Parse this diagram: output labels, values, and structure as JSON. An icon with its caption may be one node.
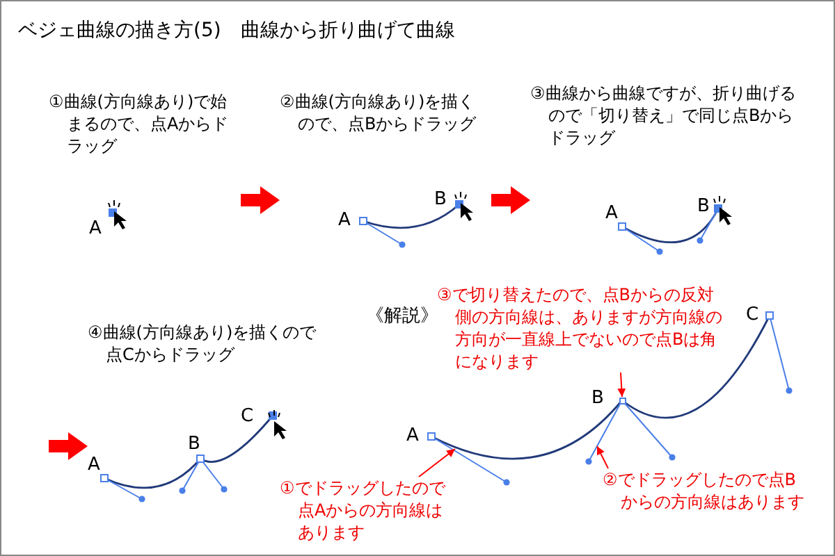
{
  "diagram": {
    "title": "ベジェ曲線の描き方(5)　曲線から折り曲げて曲線",
    "nodes": [
      {
        "text": [
          "①曲線(方向線あり)で始まるので、点Aからドラッグ"
        ]
      },
      {
        "text": [
          "②曲線(方向線あり)を描くので、点Bからドラッグ"
        ]
      },
      {
        "text": [
          "③曲線から曲線ですが、折り曲げるので「切り替え」で同じ点Bからドラッグ"
        ]
      },
      {
        "text": [
          "④曲線(方向線あり)を描くので点Cからドラッグ"
        ]
      },
      {
        "text": [
          "③で切り替えたので、点Bからの反対側の方向線は、ありますが方向線の方向が一直線上でないので点Bは角になります"
        ]
      },
      {
        "text": [
          "①でドラッグしたので点Aからの方向線はあります"
        ]
      },
      {
        "text": [
          "②でドラッグしたので点Bからの方向線はあります"
        ]
      },
      {
        "text": [],
        "shape": "box"
      }
    ],
    "edges": [
      {
        "from": 0,
        "to": 1,
        "arrow": "to",
        "style": "thick",
        "color": "#ff0000"
      },
      {
        "from": 1,
        "to": 2,
        "arrow": "to",
        "style": "thick",
        "color": "#ff0000"
      },
      {
        "from": null,
        "to": 3,
        "arrow": "to",
        "style": "thick",
        "color": "#ff0000"
      },
      {
        "from": 4,
        "to": 7,
        "arrow": "to"
      },
      {
        "from": 5,
        "to": null,
        "arrow": "to"
      },
      {
        "from": 6,
        "to": null,
        "arrow": "to"
      }
    ],
    "labels": [
      "A",
      "A",
      "B",
      "A",
      "B",
      "A",
      "B",
      "C",
      "《解説》",
      "A",
      "B",
      "C"
    ]
  }
}
